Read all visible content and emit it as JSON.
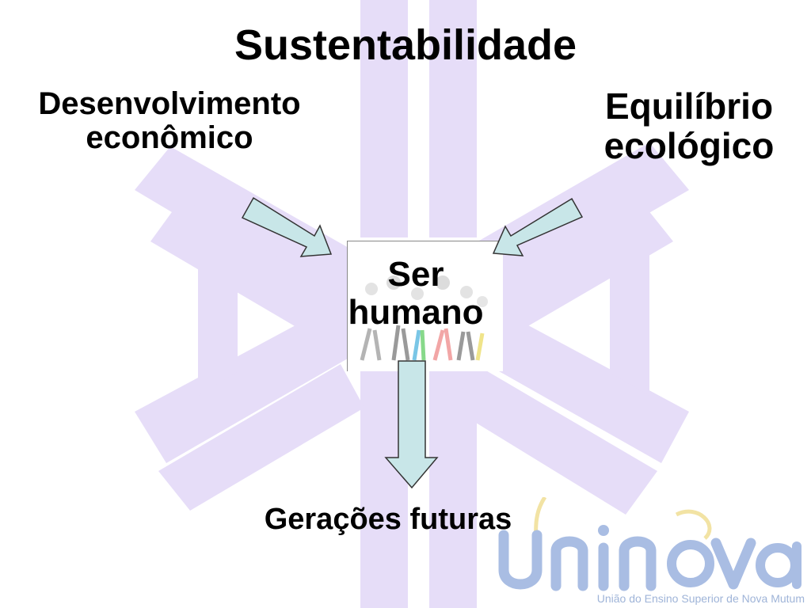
{
  "slide": {
    "title": "Sustentabilidade",
    "left": {
      "line1": "Desenvolvimento",
      "line2": "econômico"
    },
    "right": {
      "line1": "Equilíbrio",
      "line2": "ecológico"
    },
    "center": {
      "line1": "Ser",
      "line2": "humano"
    },
    "bottom": "Gerações futuras"
  },
  "logo": {
    "tagline": "União do Ensino Superior de Nova Mutum"
  },
  "colors": {
    "watermark": "#e6ddf8",
    "arrow_fill": "#c8e6e8",
    "arrow_stroke": "#333333",
    "logo_blue": "#a9bde3",
    "logo_yellow": "#f2e3a4"
  }
}
